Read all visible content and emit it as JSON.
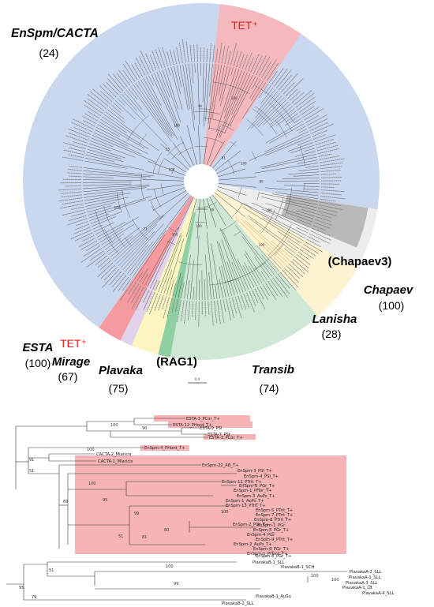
{
  "circular_tree": {
    "clades": [
      {
        "key": "enspm",
        "name": "EnSpm/CACTA",
        "count": "(24)",
        "color": "#c9d8ef"
      },
      {
        "key": "tet_top",
        "name": "TET⁺",
        "color": "#f4b8bd"
      },
      {
        "key": "chapaev3",
        "name": "(Chapaev3)",
        "color": "#b9b9b9"
      },
      {
        "key": "chapaev",
        "name": "Chapaev",
        "count": "(100)",
        "color": "#ededed"
      },
      {
        "key": "lanisha",
        "name": "Lanisha",
        "count": "(28)",
        "color": "#fdf3d0"
      },
      {
        "key": "transib",
        "name": "Transib",
        "count": "(74)",
        "color": "#cfe8d5"
      },
      {
        "key": "rag1",
        "name": "(RAG1)",
        "color": "#8fd0a2"
      },
      {
        "key": "plavaka",
        "name": "Plavaka",
        "count": "(75)",
        "color": "#fbf5c1"
      },
      {
        "key": "mirage",
        "name": "Mirage",
        "count": "(67)",
        "color": "#e2d2ea"
      },
      {
        "key": "esta",
        "name": "ESTA",
        "count": "(100)",
        "color": "#f59a9f"
      },
      {
        "key": "tet_esta",
        "name": "TET⁺",
        "color": "#f59a9f"
      }
    ],
    "scale_label": "0.4",
    "inner_supports": [
      "100",
      "95",
      "100",
      "99",
      "100",
      "61",
      "100",
      "80",
      "100",
      "100",
      "99",
      "100",
      "100",
      "71",
      "100"
    ]
  },
  "subtree": {
    "tet_color": "#f6b4b6",
    "leaves": [
      "ESTA-3_PCor_T+",
      "ESTA-12_PHord_T+",
      "ESTA-9_PSI",
      "ESTA-7_PSt",
      "ESTA-1_PCor_T+",
      "EnSpm-4_PHord_T+",
      "CACTA-2_Mlaricis",
      "CACTA-1_Mlaricis",
      "EnSpm-22_AB_T+",
      "EnSpm-3_PSI_T+",
      "EnSpm-4_PSI_T+",
      "EnSpm-12_PTrit_T+",
      "EnSpm-6_PGr_T+",
      "EnSpm-1_PHor_T+",
      "EnSpm-3_AuPs_T+",
      "EnSpm-1_AuPs_T+",
      "EnSpm-13_PTrit_T+",
      "EnSpm-5_PTrit_T+",
      "EnSpm-7_PTrit_T+",
      "EnSpm-8_PTrit_T+",
      "EnSpm-2_PGr_T+",
      "EnSpm-1_PGr",
      "EnSpm-5_PGr_T+",
      "EnSpm-4_PGr",
      "EnSpm-9_PTrit_T+",
      "EnSpm-2_AuPs_T+",
      "EnSpm-9_PGr_T+",
      "EnSpm-1_PHord_T+",
      "EnSpm-8_PGr_T+",
      "PlavakaB-1_SLL",
      "PlavakaB-1_SCH",
      "PlavakaA-2_SLL",
      "PlavakaA-1_SLL",
      "PlavakaA-3_SLL",
      "PlavakaA-1_LB",
      "PlavakaA-4_SLL",
      "PlavakaB-1_AuSu",
      "PlavakaB-2_SLL"
    ],
    "supports": [
      "100",
      "90",
      "100",
      "91",
      "51",
      "100",
      "69",
      "100",
      "95",
      "99",
      "100",
      "51",
      "81",
      "60",
      "95",
      "51",
      "100",
      "100",
      "99",
      "100",
      "79"
    ]
  }
}
